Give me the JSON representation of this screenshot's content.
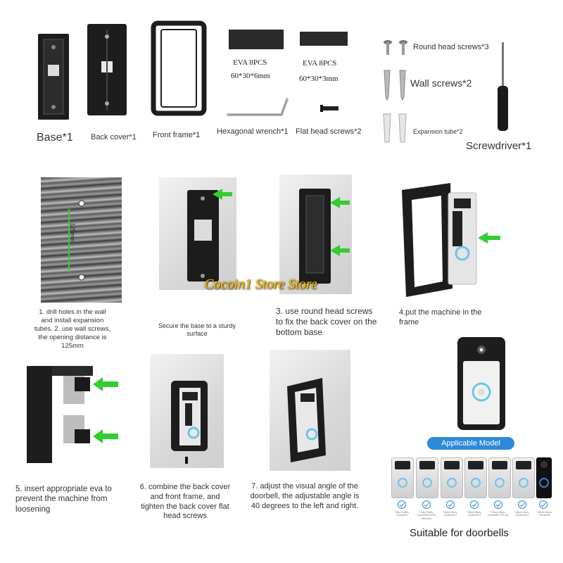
{
  "parts": {
    "base": "Base*1",
    "back_cover": "Back cover*1",
    "front_frame": "Front frame*1",
    "eva_large_label": "EVA  8PCS",
    "eva_large_size": "60*30*6mm",
    "eva_small_label": "EVA  8PCS",
    "eva_small_size": "60*30*3mm",
    "hex_wrench": "Hexagonal wrench*1",
    "flat_head_screws": "Flat head screws*2",
    "round_head_screws": "Round head screws*3",
    "wall_screws": "Wall screws*2",
    "expansion_tube": "Expansion tube*2",
    "screwdriver": "Screwdriver*1"
  },
  "steps": {
    "step1": "1. drill holes in the wall and install expansion tubes. 2. use wall screws, the opening distance is 125mm",
    "step1_measure": "125mm",
    "step2": "Secure the base to a sturdy surface",
    "step3": "3. use round head screws to fix the back cover on the bottom base",
    "step4": "4.put the machine in the frame",
    "step5": "5. insert appropriate eva to prevent the machine from loosening",
    "step6": "6. combine the back cover and front frame, and tighten the back cover flat head screws",
    "step7": "7. adjust the visual angle of the doorbell, the adjustable angle is 40 degrees to the left and right."
  },
  "watermark": "Cocoin1 Store Store",
  "applicable": {
    "banner": "Applicable Model",
    "models": [
      "Ring Video Doorbell",
      "Ring Video Doorbell (2020 release)",
      "Ring Video Doorbell 2",
      "Ring Video Doorbell 3",
      "Ring Video Doorbell 3 PLUS",
      "Ring Video Doorbell 4",
      "Blink Video Doorbell"
    ],
    "footer": "Suitable for doorbells"
  },
  "colors": {
    "accent_green": "#33cc33",
    "banner_blue": "#2f8ad8",
    "ring_blue": "#6cc6e8",
    "watermark_gold": "#f4c20d"
  }
}
